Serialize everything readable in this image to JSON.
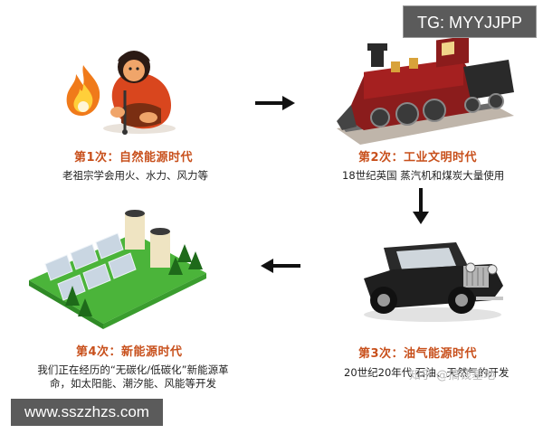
{
  "badges": {
    "telegram": "TG: MYYJJPP",
    "site": "www.sszzhzs.com"
  },
  "stages": [
    {
      "title": "第1次：自然能源时代",
      "desc": "老祖宗学会用火、水力、风力等"
    },
    {
      "title": "第2次：工业文明时代",
      "desc": "18世纪英国 蒸汽机和煤炭大量使用"
    },
    {
      "title": "第3次：油气能源时代",
      "desc": "20世纪20年代 石油、天然气的开发"
    },
    {
      "title": "第4次：新能源时代",
      "desc_line1": "我们正在经历的“无碳化/低碳化”新能源革",
      "desc_line2": "命，如太阳能、潮汐能、风能等开发"
    }
  ],
  "watermark": "知乎 @搞钱基地",
  "colors": {
    "title": "#c8501c",
    "fire": "#f07a1a",
    "caveman": "#d9461e",
    "train": "#8b1c1c",
    "car": "#2a2a2a",
    "grass": "#4bb43a",
    "arrow": "#111111"
  },
  "icons": [
    "fire-icon",
    "caveman-illustration",
    "steam-train-illustration",
    "vintage-car-illustration",
    "solar-farm-illustration"
  ]
}
